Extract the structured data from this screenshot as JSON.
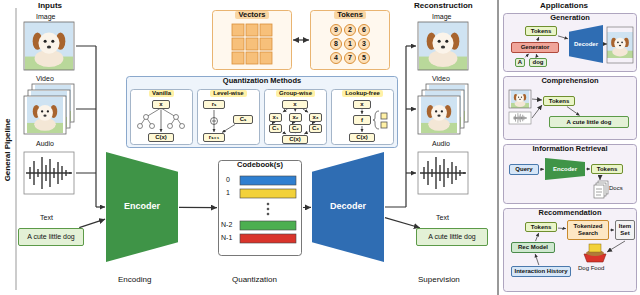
{
  "diagram": {
    "nodes": [
      {
        "text": [
          "Vectors"
        ]
      },
      {
        "text": [
          "Tokens"
        ]
      },
      {
        "text": [
          "9"
        ],
        "in": 1
      },
      {
        "text": [
          "2"
        ],
        "in": 1
      },
      {
        "text": [
          "6"
        ],
        "in": 1
      },
      {
        "text": [
          "8"
        ],
        "in": 1
      },
      {
        "text": [
          "1"
        ],
        "in": 1
      },
      {
        "text": [
          "3"
        ],
        "in": 1
      },
      {
        "text": [
          "4"
        ],
        "in": 1
      },
      {
        "text": [
          "7"
        ],
        "in": 1
      },
      {
        "text": [
          "5"
        ],
        "in": 1
      },
      {
        "text": [
          "Quantization Methods"
        ]
      },
      {
        "text": [
          "Vanilla"
        ],
        "in": 11
      },
      {
        "text": [
          "x"
        ],
        "in": 12
      },
      {
        "text": [
          "C(x)"
        ],
        "in": 12
      },
      {
        "text": [
          "Level-wise"
        ],
        "in": 11
      },
      {
        "text": [
          "rₛ"
        ],
        "in": 15
      },
      {
        "text": [
          "Cₛ"
        ],
        "in": 15
      },
      {
        "text": [
          "rₛ₊₁"
        ],
        "in": 15
      },
      {
        "text": [
          "Group-wise"
        ],
        "in": 11
      },
      {
        "text": [
          "x"
        ],
        "in": 19
      },
      {
        "text": [
          "x₁"
        ],
        "in": 19
      },
      {
        "text": [
          "x₂"
        ],
        "in": 19
      },
      {
        "text": [
          "x₃"
        ],
        "in": 19
      },
      {
        "text": [
          "C₁"
        ],
        "in": 19
      },
      {
        "text": [
          "C₂"
        ],
        "in": 19
      },
      {
        "text": [
          "C₃"
        ],
        "in": 19
      },
      {
        "text": [
          "C(x)"
        ],
        "in": 19
      },
      {
        "text": [
          "Lookup-free"
        ],
        "in": 11
      },
      {
        "text": [
          "x"
        ],
        "in": 28
      },
      {
        "text": [
          "f"
        ],
        "in": 28
      },
      {
        "text": [
          "C(x)"
        ],
        "in": 28
      },
      {
        "text": [
          "A cute little dog"
        ]
      },
      {
        "text": [
          "Encoder"
        ]
      },
      {
        "text": [
          "Codebook(s)"
        ]
      },
      {
        "text": [
          "Decoder"
        ]
      },
      {
        "text": [
          "A cute little dog"
        ]
      },
      {
        "text": [
          "Generation"
        ]
      },
      {
        "text": [
          "Tokens"
        ],
        "in": 37
      },
      {
        "text": [
          "Generator"
        ],
        "in": 37
      },
      {
        "text": [
          "A"
        ],
        "in": 37
      },
      {
        "text": [
          "dog"
        ],
        "in": 37
      },
      {
        "text": [
          "Decoder"
        ],
        "in": 37
      },
      {
        "text": [
          "Comprehension"
        ]
      },
      {
        "text": [
          "Tokens"
        ],
        "in": 43
      },
      {
        "text": [
          "A cute little dog"
        ],
        "in": 43
      },
      {
        "text": [
          "Information Retrieval"
        ]
      },
      {
        "text": [
          "Query"
        ],
        "in": 46
      },
      {
        "text": [
          "Encoder"
        ],
        "in": 46
      },
      {
        "text": [
          "Tokens"
        ],
        "in": 46
      },
      {
        "text": [
          "Recommendation"
        ]
      },
      {
        "text": [
          "Tokens"
        ],
        "in": 50
      },
      {
        "text": [
          "Tokenized Search"
        ],
        "in": 50
      },
      {
        "text": [
          "Item Set"
        ],
        "in": 50
      },
      {
        "text": [
          "Rec Model"
        ],
        "in": 50
      },
      {
        "text": [
          "Interaction History"
        ],
        "in": 50
      }
    ],
    "edges": [
      {
        "from": 0,
        "to": 1,
        "arrow": "both"
      },
      {
        "from": 13,
        "to": 14,
        "arrow": "to"
      },
      {
        "from": 16,
        "to": 18,
        "arrow": "to"
      },
      {
        "from": 17,
        "to": 18,
        "arrow": "to"
      },
      {
        "from": 20,
        "to": 21,
        "arrow": "to"
      },
      {
        "from": 20,
        "to": 22,
        "arrow": "to"
      },
      {
        "from": 20,
        "to": 23,
        "arrow": "to"
      },
      {
        "from": 21,
        "to": 24,
        "arrow": "to"
      },
      {
        "from": 22,
        "to": 25,
        "arrow": "to"
      },
      {
        "from": 23,
        "to": 26,
        "arrow": "to"
      },
      {
        "from": 24,
        "to": 27,
        "arrow": "to"
      },
      {
        "from": 25,
        "to": 27,
        "arrow": "to"
      },
      {
        "from": 26,
        "to": 27,
        "arrow": "to"
      },
      {
        "from": 29,
        "to": 30,
        "arrow": "to"
      },
      {
        "from": 30,
        "to": 31,
        "arrow": "to"
      },
      {
        "from": 32,
        "to": 33,
        "arrow": "to"
      },
      {
        "from": 33,
        "to": 34,
        "arrow": "to"
      },
      {
        "from": 34,
        "to": 35,
        "arrow": "to"
      },
      {
        "from": 35,
        "to": 36,
        "arrow": "to"
      },
      {
        "from": 40,
        "to": 39,
        "arrow": "to"
      },
      {
        "from": 41,
        "to": 39,
        "arrow": "to"
      },
      {
        "from": 39,
        "to": 38,
        "arrow": "to"
      },
      {
        "from": 38,
        "to": 42,
        "arrow": "to"
      },
      {
        "from": 44,
        "to": 45,
        "arrow": "to"
      },
      {
        "from": 47,
        "to": 48,
        "arrow": "to"
      },
      {
        "from": 48,
        "to": 49,
        "arrow": "to"
      },
      {
        "from": 55,
        "to": 54,
        "arrow": "to"
      },
      {
        "from": 54,
        "to": 51,
        "arrow": "to"
      },
      {
        "from": 51,
        "to": 52,
        "arrow": "to"
      },
      {
        "from": 52,
        "to": 53,
        "arrow": "to"
      }
    ],
    "labels": [
      "General Pipeline",
      "Inputs",
      "Image",
      "Video",
      "Audio",
      "Text",
      "Reconstruction",
      "Image",
      "Video",
      "Audio",
      "Text",
      "Encoding",
      "Quantization",
      "Supervision",
      "0",
      "1",
      "N-2",
      "N-1",
      "Applications",
      "Docs",
      "Dog Food"
    ]
  }
}
